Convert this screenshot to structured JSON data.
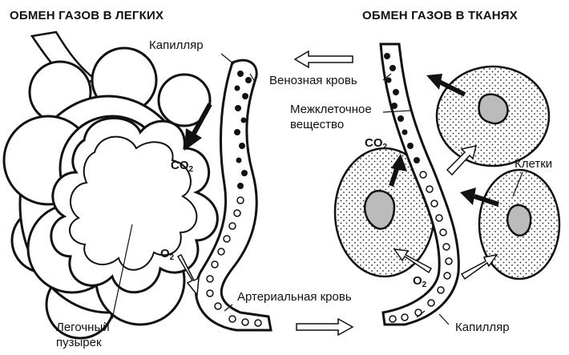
{
  "titles": {
    "left": "ОБМЕН ГАЗОВ В ЛЕГКИХ",
    "right": "ОБМЕН ГАЗОВ В ТКАНЯХ"
  },
  "lungs": {
    "capillary": "Капилляр",
    "venous_blood": "Венозная кровь",
    "co2": "CO",
    "co2_sub": "2",
    "o2": "O",
    "o2_sub": "2",
    "arterial_blood": "Артериальная кровь",
    "alveolus_line1": "Легочный",
    "alveolus_line2": "пузырек"
  },
  "tissues": {
    "intercellular_line1": "Межклеточное",
    "intercellular_line2": "вещество",
    "co2": "CO",
    "co2_sub": "2",
    "cells": "Клетки",
    "o2": "O",
    "o2_sub": "2",
    "capillary": "Капилляр"
  }
}
